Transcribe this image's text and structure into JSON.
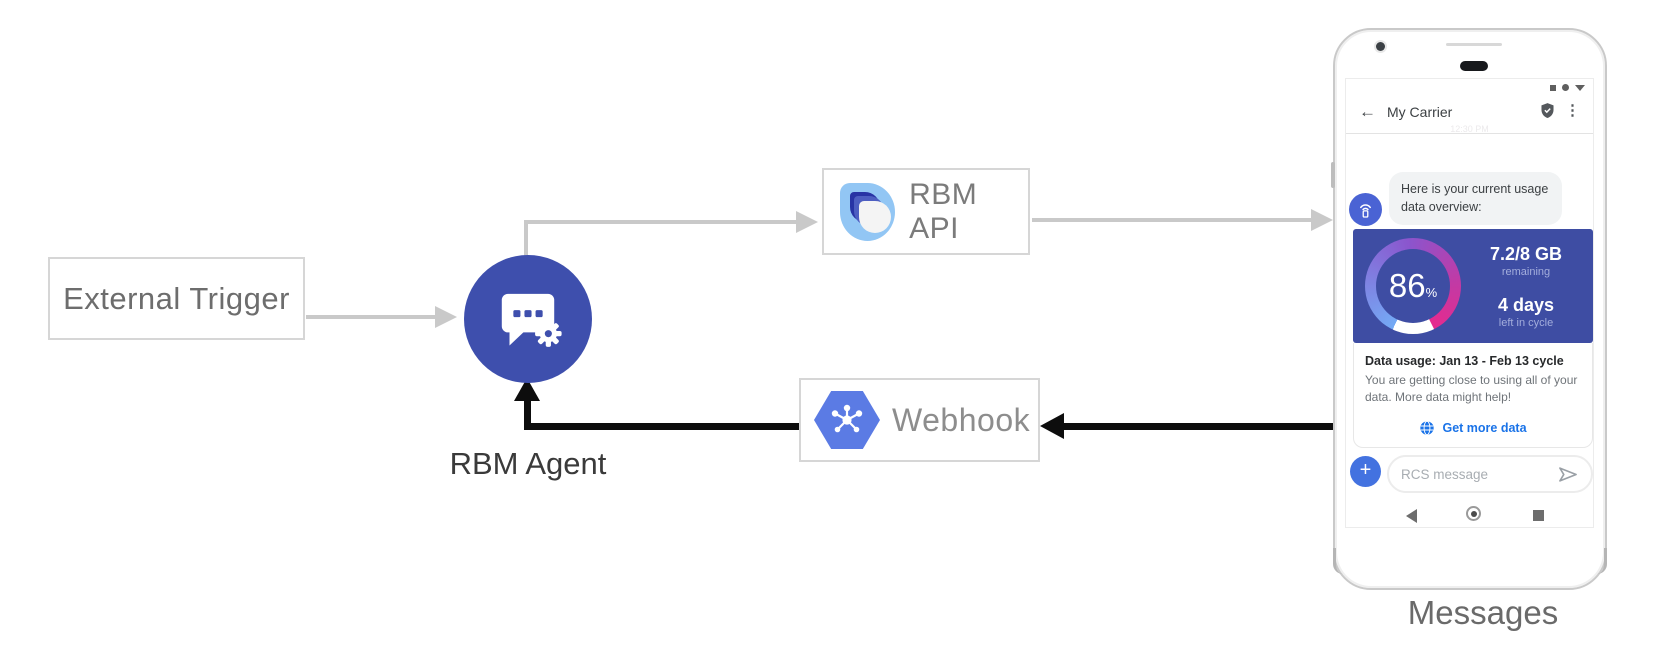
{
  "nodes": {
    "external_trigger": "External Trigger",
    "rbm_agent": "RBM Agent",
    "rbm_api": "RBM API",
    "webhook": "Webhook",
    "device_caption": "Messages"
  },
  "icons": {
    "back_glyph": "←",
    "overflow_glyph": "⋮"
  },
  "phone": {
    "header": {
      "title": "My Carrier"
    },
    "timestamp": "12:30 PM",
    "bot_message": "Here is your current usage data overview:",
    "usage_card": {
      "percent": "86",
      "percent_unit": "%",
      "amount": "7.2/8 GB",
      "amount_caption": "remaining",
      "days": "4 days",
      "days_caption": "left in cycle"
    },
    "info_card": {
      "title": "Data usage: Jan 13 - Feb 13 cycle",
      "body": "You are getting close to using all of your data. More data might help!",
      "action_label": "Get more data"
    },
    "compose": {
      "plus_label": "+",
      "placeholder": "RCS message"
    }
  },
  "colors": {
    "agent_indigo": "#3e4fad",
    "card_indigo": "#3e4da3",
    "hexagon_blue": "#5b7be4",
    "avatar_blue": "#4a63d4",
    "plus_blue": "#4372e0",
    "action_blue": "#1a73e8",
    "gauge_blue": "#74aaf5",
    "gauge_purple": "#8b55cd",
    "gauge_magenta": "#e62a8e",
    "connector_gray": "#c9c9c9",
    "connector_black": "#0d0d0d"
  }
}
